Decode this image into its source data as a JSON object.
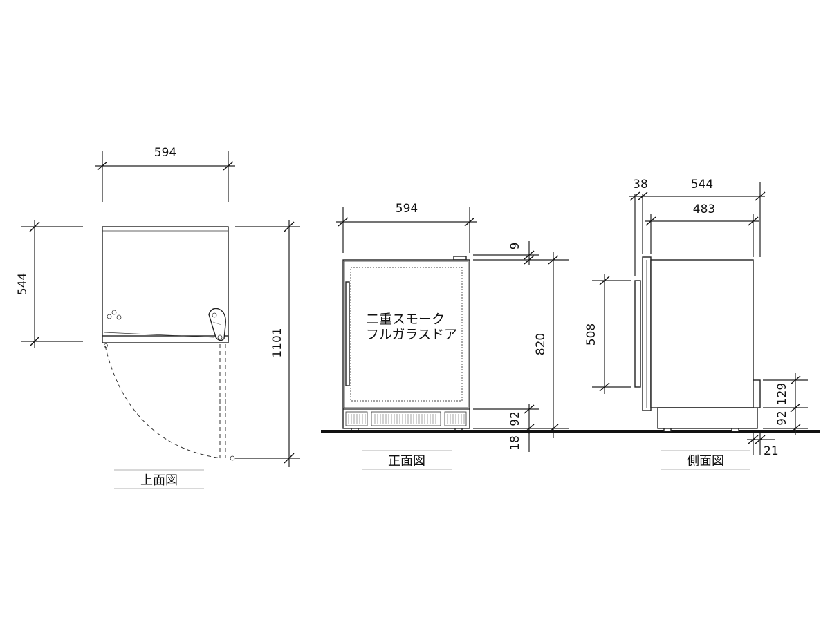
{
  "views": {
    "top": {
      "title": "上面図"
    },
    "front": {
      "title": "正面図",
      "door_note": [
        "二重スモーク",
        "フルガラスドア"
      ]
    },
    "side": {
      "title": "側面図"
    }
  },
  "dimensions": {
    "top_width": "594",
    "top_depth": "544",
    "top_door_swing": "1101",
    "front_width": "594",
    "front_top_gap": "9",
    "front_height": "820",
    "front_base_height": "92",
    "front_foot_height": "18",
    "side_door_thickness": "38",
    "side_depth": "544",
    "side_body_depth": "483",
    "side_handle_height": "508",
    "side_vent_height": "129",
    "side_base_height": "92",
    "side_vent_offset": "21"
  }
}
